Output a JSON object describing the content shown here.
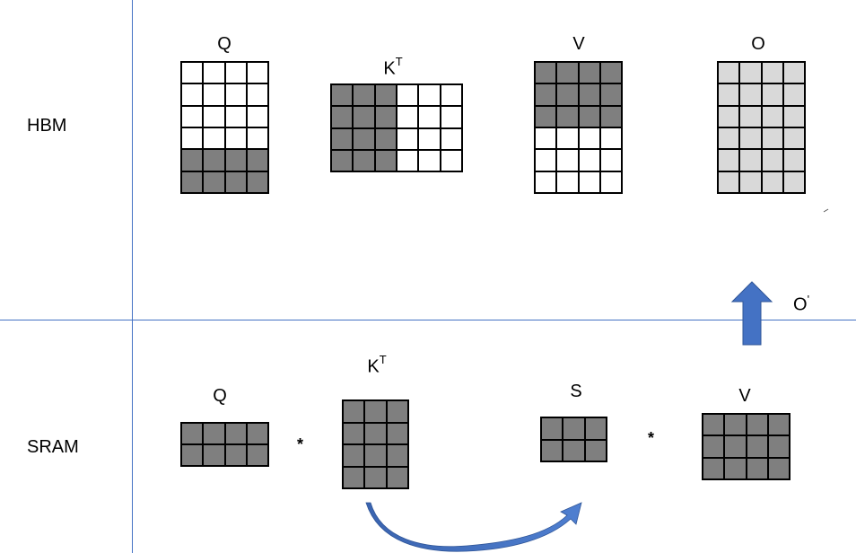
{
  "rows": {
    "hbm_label": "HBM",
    "sram_label": "SRAM"
  },
  "hbm": {
    "q": {
      "label": "Q",
      "rows": 6,
      "cols": 4,
      "dark_rows": [
        4,
        5
      ]
    },
    "kt": {
      "label": "K",
      "sup": "T",
      "rows": 4,
      "cols": 6,
      "dark_cols": [
        0,
        1,
        2
      ]
    },
    "v": {
      "label": "V",
      "rows": 6,
      "cols": 4,
      "dark_rows": [
        0,
        1,
        2
      ]
    },
    "o": {
      "label": "O",
      "rows": 6,
      "cols": 4
    }
  },
  "sram": {
    "q": {
      "label": "Q",
      "rows": 2,
      "cols": 4
    },
    "kt": {
      "label": "K",
      "sup": "T",
      "rows": 4,
      "cols": 3
    },
    "s": {
      "label": "S",
      "rows": 2,
      "cols": 3
    },
    "v": {
      "label": "V",
      "rows": 3,
      "cols": 4
    },
    "op1": "*",
    "op2": "*"
  },
  "o_prime": {
    "label": "O",
    "mark": "'"
  },
  "colors": {
    "divider": "#4472c4",
    "dark_cell": "#7f7f7f",
    "light_cell": "#d9d9d9",
    "arrow": "#4472c4"
  }
}
